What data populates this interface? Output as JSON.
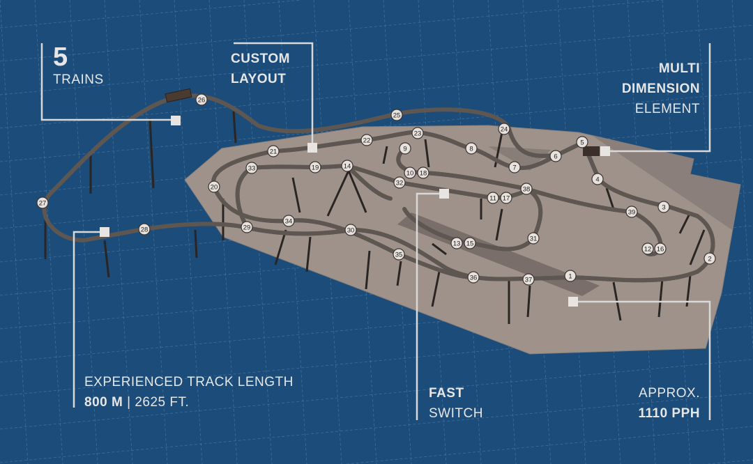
{
  "callouts": {
    "trains": {
      "value": "5",
      "label": "TRAINS"
    },
    "layout": {
      "line1": "CUSTOM",
      "line2": "LAYOUT"
    },
    "element": {
      "line1": "MULTI",
      "line2": "DIMENSION",
      "line3": "ELEMENT"
    },
    "track": {
      "label": "EXPERIENCED TRACK LENGTH",
      "metric": "800 M",
      "separator": " | ",
      "imperial": "2625 FT."
    },
    "switch": {
      "line1": "FAST",
      "line2": "SWITCH"
    },
    "capacity": {
      "line1": "APPROX.",
      "line2": "1110 PPH"
    }
  },
  "markers": [
    "1",
    "2",
    "3",
    "4",
    "5",
    "6",
    "7",
    "8",
    "9",
    "10",
    "11",
    "12",
    "13",
    "14",
    "15",
    "16",
    "17",
    "18",
    "19",
    "20",
    "21",
    "22",
    "23",
    "24",
    "25",
    "26",
    "27",
    "28",
    "29",
    "30",
    "31",
    "32",
    "33",
    "34",
    "35",
    "36",
    "37",
    "38",
    "39"
  ],
  "colors": {
    "background": "#1b4c7a",
    "platform": "#9f928b",
    "track": "#6b625d",
    "text": "#e6e6e6"
  }
}
